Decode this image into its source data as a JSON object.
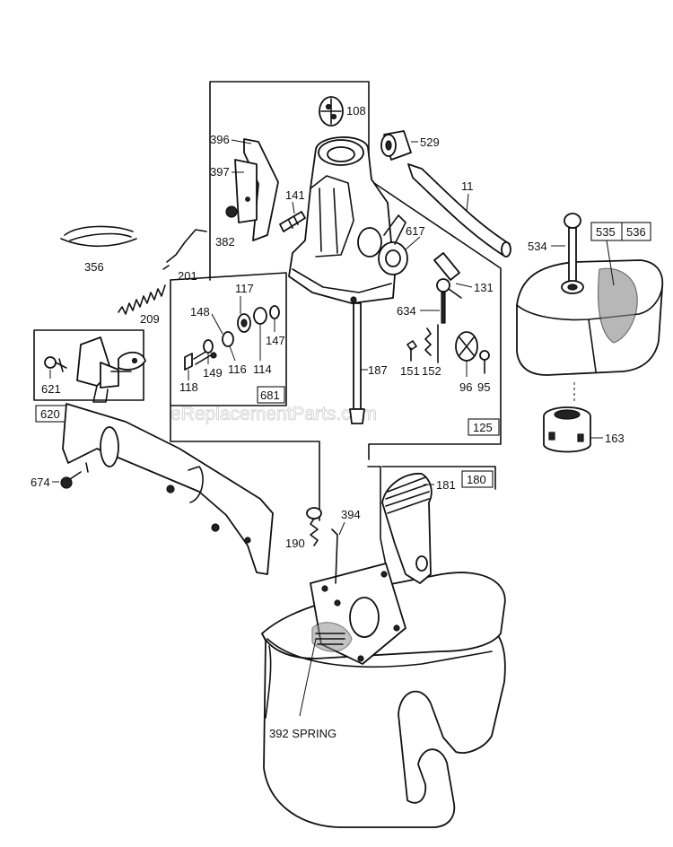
{
  "watermark": "eReplacementParts.com",
  "callouts": {
    "p108": "108",
    "p529": "529",
    "p396": "396",
    "p397": "397",
    "p382": "382",
    "p141": "141",
    "p11": "11",
    "p617": "617",
    "p356": "356",
    "p201": "201",
    "p209": "209",
    "p117": "117",
    "p148": "148",
    "p147": "147",
    "p149": "149",
    "p116": "116",
    "p114": "114",
    "p118": "118",
    "p634": "634",
    "p131": "131",
    "p151": "151",
    "p152": "152",
    "p96": "96",
    "p95": "95",
    "p187": "187",
    "p534": "534",
    "p621": "621",
    "p674": "674",
    "p190": "190",
    "p394": "394",
    "p181": "181",
    "p163": "163",
    "p392": "392 SPRING"
  },
  "boxes": {
    "b681": "681",
    "b620": "620",
    "b125": "125",
    "b180": "180",
    "b535": "535",
    "b536": "536"
  }
}
